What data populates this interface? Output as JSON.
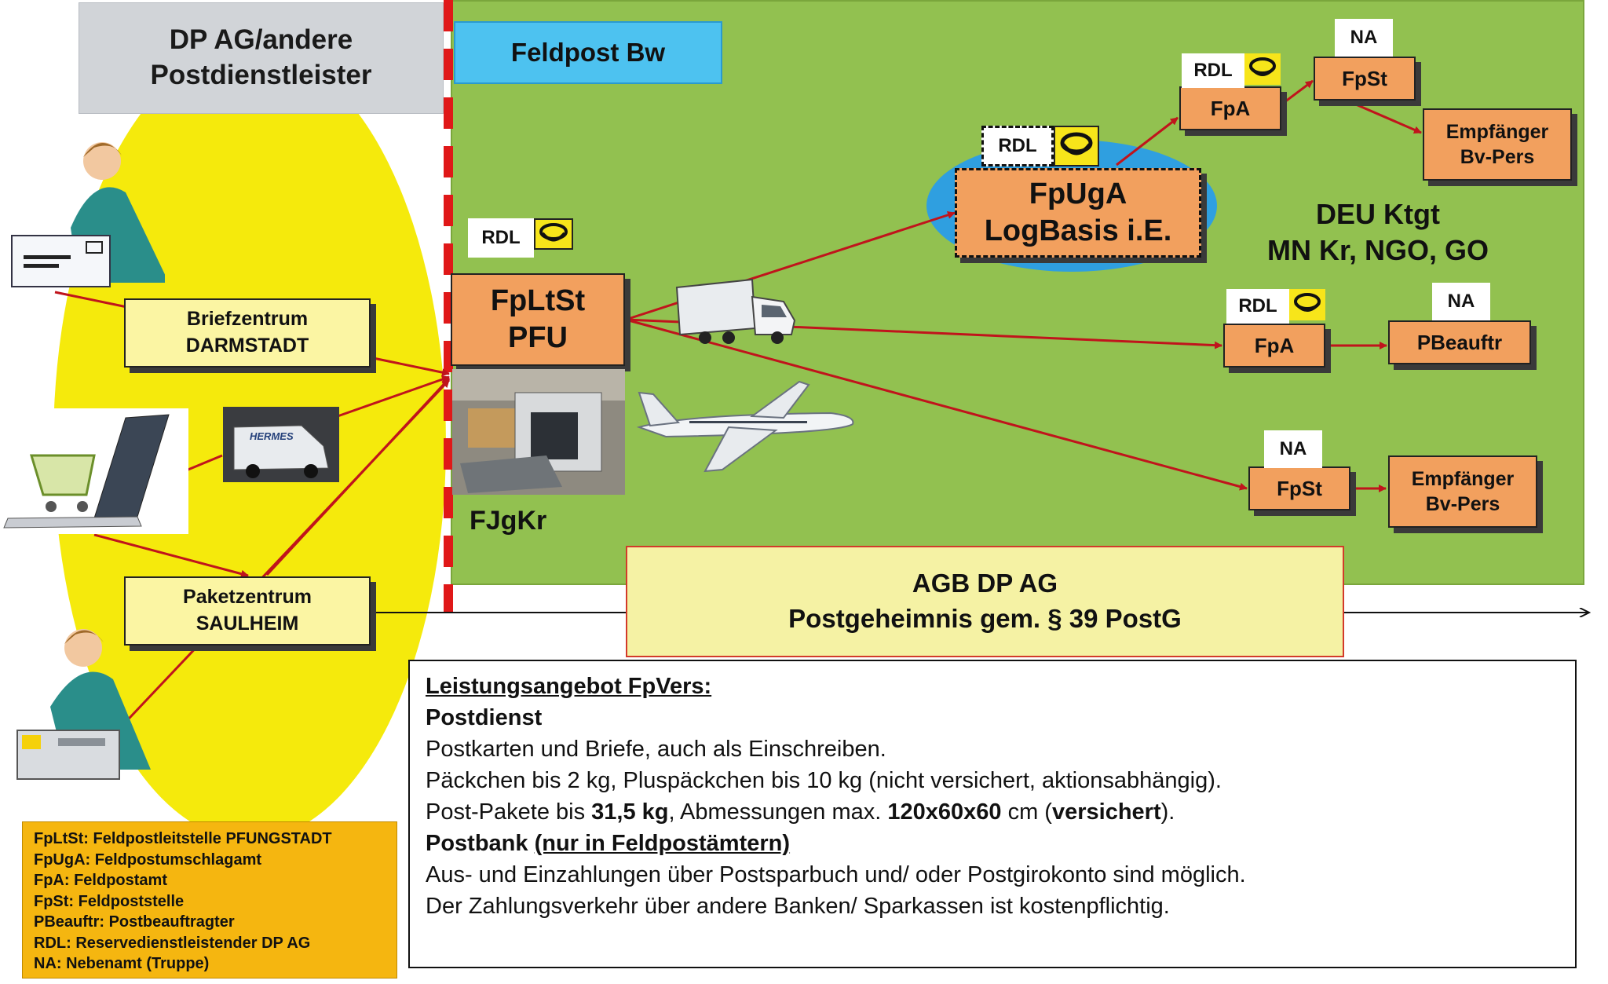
{
  "zones": {
    "dpag": [
      "DP AG/andere",
      "Postdienstleister"
    ],
    "feldpost": "Feldpost Bw"
  },
  "tags": {
    "rdl": "RDL",
    "na": "NA"
  },
  "nodes": {
    "fpltst": [
      "FpLtSt",
      "PFU"
    ],
    "fpuga": [
      "FpUgA",
      "LogBasis i.E."
    ],
    "fpa": "FpA",
    "fpst": "FpSt",
    "empfaenger": [
      "Empfänger",
      "Bv-Pers"
    ],
    "pbeauftr": "PBeauftr",
    "briefzentrum": [
      "Briefzentrum",
      "DARMSTADT"
    ],
    "paketzentrum": [
      "Paketzentrum",
      "SAULHEIM"
    ]
  },
  "labels": {
    "deu": [
      "DEU Ktgt",
      "MN Kr, NGO, GO"
    ],
    "fjgkr": "FJgKr",
    "hermes": "HERMES"
  },
  "agb": [
    "AGB DP AG",
    "Postgeheimnis gem. § 39 PostG"
  ],
  "info": {
    "title": "Leistungsangebot FpVers:",
    "postdienst": "Postdienst",
    "line1": "Postkarten und Briefe, auch als Einschreiben.",
    "line2": "Päckchen bis 2 kg, Pluspäckchen bis 10 kg (nicht versichert, aktionsabhängig).",
    "line3_a": "Post-Pakete bis ",
    "line3_b": "31,5 kg",
    "line3_c": ", Abmessungen max. ",
    "line3_d": "120x60x60",
    "line3_e": " cm (",
    "line3_f": "versichert",
    "line3_g": ").",
    "postbank": "Postbank",
    "postbank_note": "(nur in Feldpostämtern)",
    "line4": "Aus- und Einzahlungen über Postsparbuch und/ oder Postgirokonto sind möglich.",
    "line5": "Der Zahlungsverkehr über andere Banken/ Sparkassen ist kostenpflichtig."
  },
  "legend": [
    "FpLtSt: Feldpostleitstelle  PFUNGSTADT",
    "FpUgA: Feldpostumschlagamt",
    "FpA: Feldpostamt",
    "FpSt: Feldpoststelle",
    "PBeauftr: Postbeauftragter",
    "RDL: Reservedienstleistender  DP AG",
    "NA: Nebenamt  (Truppe)"
  ],
  "colors": {
    "green_zone": "#92c150",
    "yellow_zone": "#f5ea0c",
    "node_orange": "#f2a05e",
    "arrow_red": "#c0141c",
    "feldpost_blue": "#4dc2f0",
    "legend_gold": "#f5b610"
  }
}
